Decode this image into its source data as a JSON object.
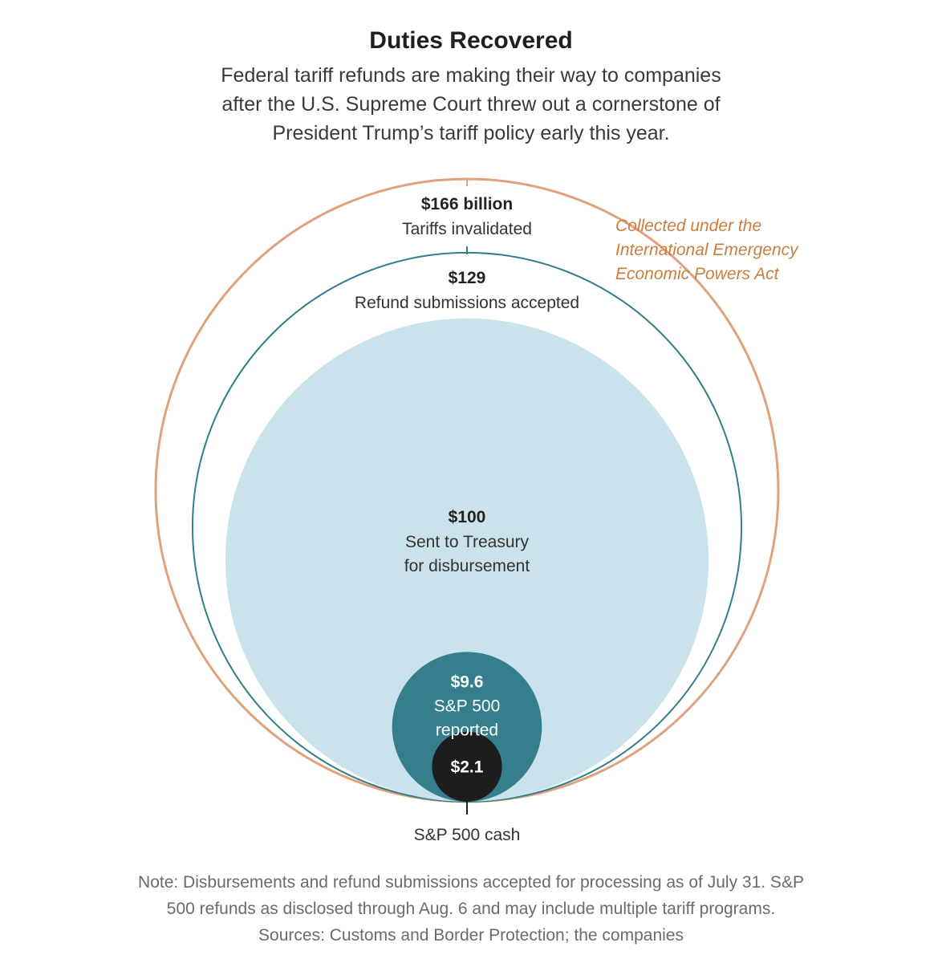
{
  "header": {
    "title": "Duties Recovered",
    "subtitle_lines": [
      "Federal tariff refunds are making their way to companies",
      "after the U.S. Supreme Court threw out a cornerstone of",
      "President Trump’s tariff policy early this year."
    ]
  },
  "chart_data": {
    "type": "nested-circles",
    "unit": "billion USD",
    "items": [
      {
        "value": 166,
        "value_label": "$166 billion",
        "label_lines": [
          "Tariffs invalidated"
        ],
        "style": "outline",
        "color": "#e0a27c"
      },
      {
        "value": 129,
        "value_label": "$129",
        "label_lines": [
          "Refund submissions accepted"
        ],
        "style": "outline",
        "color": "#2f7f8a"
      },
      {
        "value": 100,
        "value_label": "$100",
        "label_lines": [
          "Sent to Treasury",
          "for disbursement"
        ],
        "style": "filled",
        "color": "#cae2ec"
      },
      {
        "value": 9.6,
        "value_label": "$9.6",
        "label_lines": [
          "S&P 500",
          "reported"
        ],
        "style": "filled",
        "color": "#357f8d"
      },
      {
        "value": 2.1,
        "value_label": "$2.1",
        "label_lines": [
          "S&P 500 cash"
        ],
        "style": "filled",
        "color": "#1d1d1d"
      }
    ],
    "annotation": {
      "lines": [
        "Collected under the",
        "International Emergency",
        "Economic Powers Act"
      ],
      "color": "#c97d3e"
    }
  },
  "footer": {
    "note_lines": [
      "Note: Disbursements and refund submissions accepted for processing as of July 31. S&P",
      "500 refunds as disclosed through Aug. 6 and may include multiple tariff programs."
    ],
    "sources": "Sources: Customs and Border Protection; the companies"
  }
}
